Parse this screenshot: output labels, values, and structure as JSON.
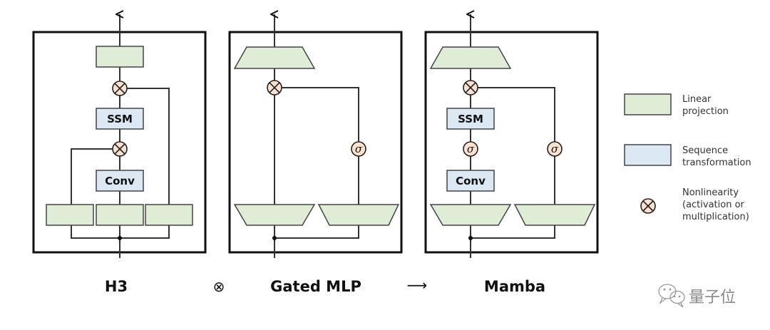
{
  "figure": {
    "panels": [
      {
        "id": "h3",
        "title": "H3",
        "blocks": {
          "output_projection": "Linear projection",
          "ssm_label": "SSM",
          "conv_label": "Conv",
          "input_projections": [
            "Linear projection",
            "Linear projection",
            "Linear projection"
          ]
        },
        "nonlinearities": [
          "multiply",
          "multiply"
        ]
      },
      {
        "id": "gated-mlp",
        "title": "Gated MLP",
        "blocks": {
          "output_projection": "Linear projection",
          "input_projections": [
            "Linear projection",
            "Linear projection"
          ]
        },
        "nonlinearities": [
          "multiply",
          "sigma"
        ],
        "sigma_symbol": "σ"
      },
      {
        "id": "mamba",
        "title": "Mamba",
        "blocks": {
          "output_projection": "Linear projection",
          "ssm_label": "SSM",
          "conv_label": "Conv",
          "input_projections": [
            "Linear projection",
            "Linear projection"
          ]
        },
        "nonlinearities": [
          "multiply",
          "sigma",
          "sigma"
        ],
        "sigma_symbol": "σ"
      }
    ],
    "operators": {
      "combine_symbol": "⊗",
      "arrow_symbol": "⟶"
    },
    "legend": [
      {
        "kind": "linear",
        "lines": [
          "Linear",
          "projection"
        ],
        "color": "#e0edd6"
      },
      {
        "kind": "sequence",
        "lines": [
          "Sequence",
          "transformation"
        ],
        "color": "#dce8f4"
      },
      {
        "kind": "nonlinearity",
        "lines": [
          "Nonlinearity",
          "(activation or",
          "multiplication)"
        ],
        "color": "#fbe1d0"
      }
    ],
    "multiply_symbol": "⊗",
    "watermark": {
      "icon": "wechat-icon",
      "text": "量子位"
    }
  }
}
